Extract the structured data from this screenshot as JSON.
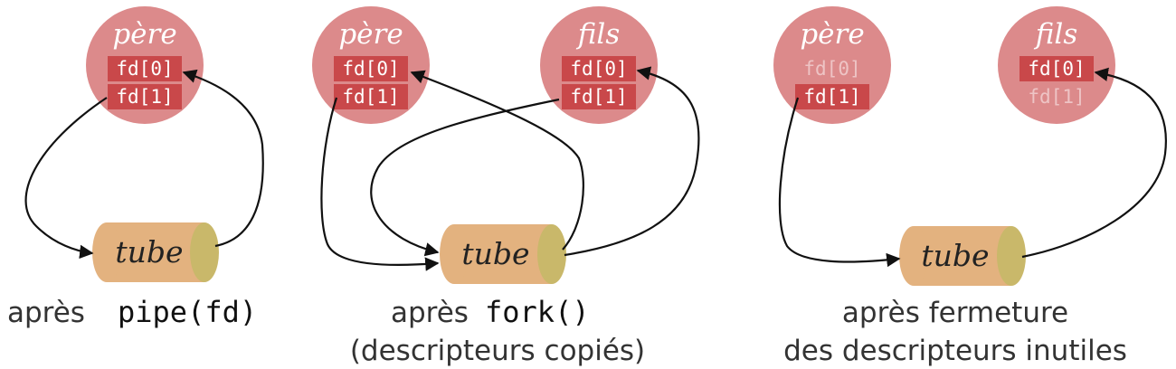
{
  "colors": {
    "process_fill": "#dc8a8b",
    "fd_active_bg": "#c9484a",
    "fd_active_text": "#ffffff",
    "fd_inactive_text": "#eec4c5",
    "tube_body": "#e3b27f",
    "tube_end": "#c9b86a",
    "arrow": "#111111"
  },
  "labels": {
    "pere": "père",
    "fils": "fils",
    "fd0": "fd[0]",
    "fd1": "fd[1]",
    "tube": "tube"
  },
  "captions": {
    "panel1_prefix": "après",
    "panel1_code": "pipe(fd)",
    "panel2_prefix": "après",
    "panel2_code": "fork()",
    "panel2_line2": "(descripteurs copiés)",
    "panel3_line1": "après fermeture",
    "panel3_line2": "des descripteurs inutiles"
  }
}
